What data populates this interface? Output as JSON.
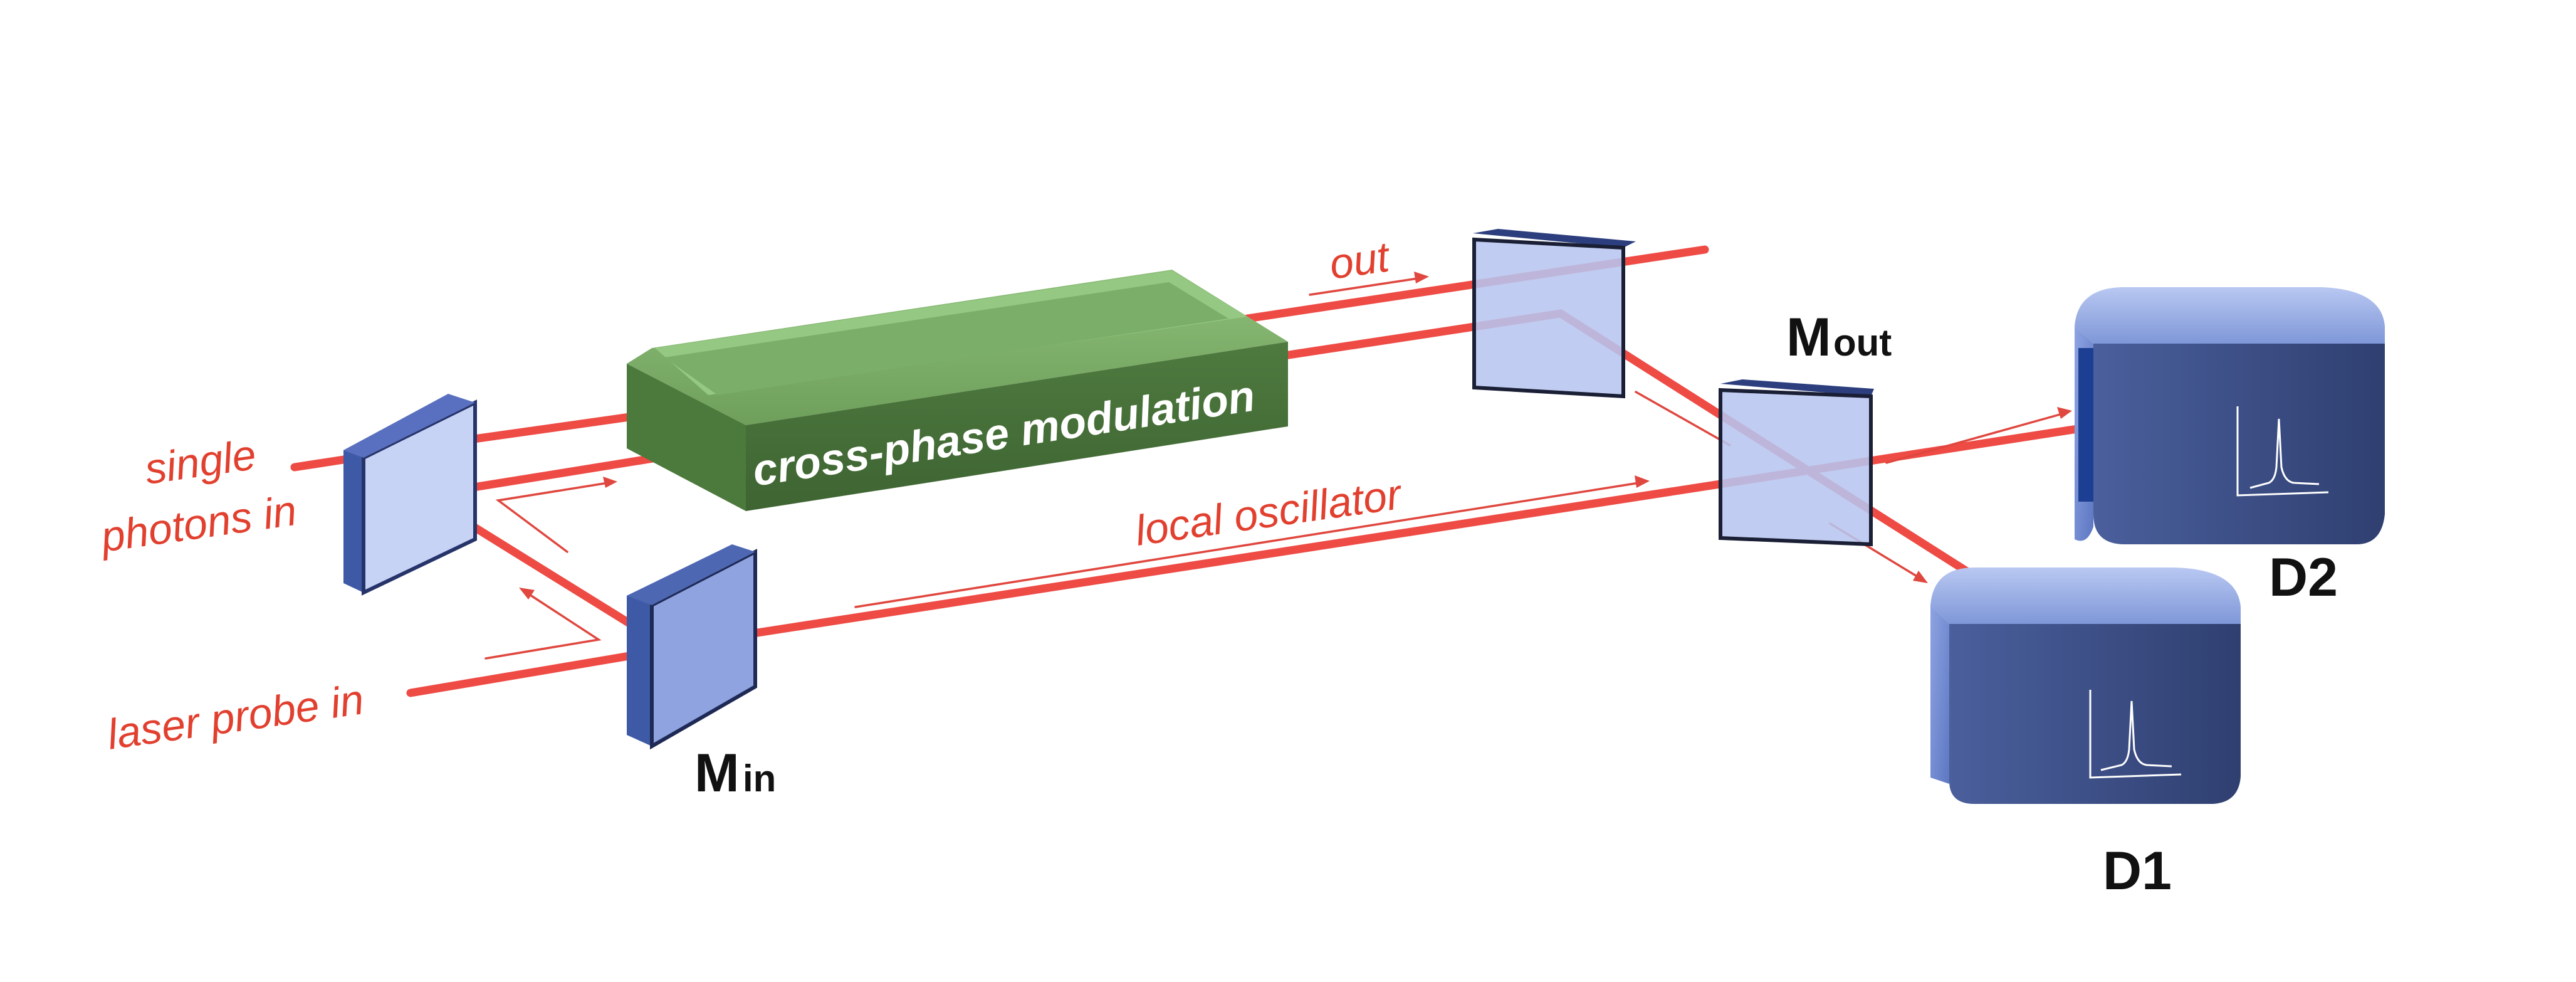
{
  "labels": {
    "single_photons_line1": "single",
    "single_photons_line2": "photons in",
    "laser_probe": "laser probe in",
    "local_oscillator": "local oscillator",
    "out": "out",
    "modulator": "cross-phase modulation",
    "m_in_main": "M",
    "m_in_sub": "in",
    "m_out_main": "M",
    "m_out_sub": "out",
    "d1": "D1",
    "d2": "D2"
  },
  "colors": {
    "beam": "#ee4b45",
    "label_red": "#e2402f",
    "mirror_face": "#b7c5ef",
    "mirror_frame": "#3e5aa6",
    "modulator_green": "#5f8f4e",
    "detector_blue": "#7d95d6"
  },
  "icons": {
    "detector_display": "pulse-graph-icon"
  }
}
